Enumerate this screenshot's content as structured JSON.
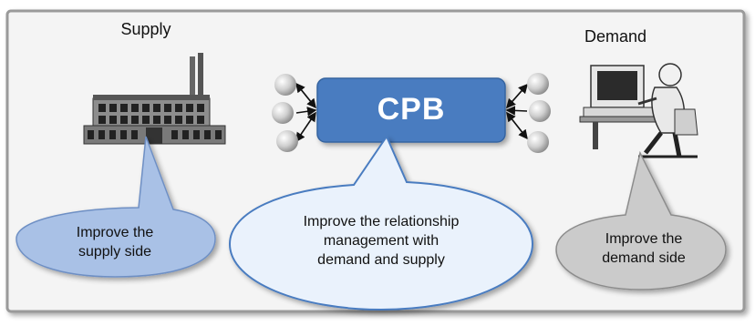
{
  "diagram": {
    "supply_title": "Supply",
    "demand_title": "Demand",
    "center_label": "CPB",
    "supply_bubble": "Improve  the\nsupply side",
    "center_bubble": "Improve  the relationship\nmanagement with\ndemand and supply",
    "demand_bubble": "Improve the\ndemand side"
  },
  "colors": {
    "frame_border": "#8f8f8f",
    "frame_fill": "#f3f3f3",
    "cpb_box": "#4a7cc0",
    "supply_bubble": "#a9c1e6",
    "center_bubble": "#e8f1fb",
    "center_bubble_border": "#4a7cc0",
    "demand_bubble": "#c9c9c9",
    "node_sphere": "#d6d6d6"
  }
}
